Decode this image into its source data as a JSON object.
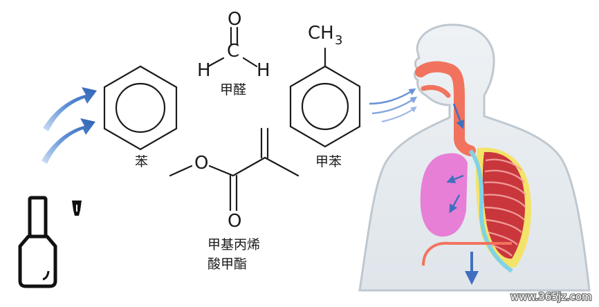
{
  "molecules": {
    "benzene": {
      "name": "苯"
    },
    "formaldehyde": {
      "name": "甲醛",
      "atom_o": "O",
      "atom_c": "C",
      "atom_h": "H"
    },
    "toluene": {
      "name": "甲苯",
      "methyl_c": "CH",
      "methyl_sub": "3"
    },
    "methyl_methacrylate": {
      "name_line1": "甲基丙烯",
      "name_line2": "酸甲酯",
      "atom_o": "O"
    }
  },
  "watermark": "www.365jz.com",
  "colors": {
    "arrow_blue": "#3f78c4",
    "lung": "#e77fd6",
    "airway": "#f1735e",
    "ribs": "#c9363b",
    "body_fill": "#e8edf1",
    "body_outline": "#bfc7cf",
    "flow_arrow": "#3f6fbf"
  },
  "icons": [
    "nail-polish-bottle-icon",
    "nail-polish-brush-icon",
    "inhale-arrow-icon",
    "respiratory-system-illustration"
  ]
}
